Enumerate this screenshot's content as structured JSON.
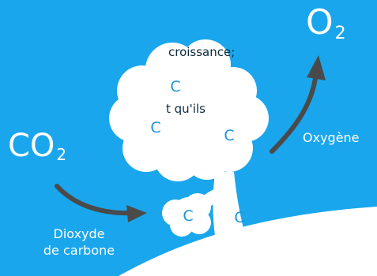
{
  "caption": {
    "line1": "croissance;",
    "line2": "t qu'ils"
  },
  "formulas": {
    "oxygen": {
      "symbol": "O",
      "subscript": "2"
    },
    "carbon_dioxide": {
      "symbol": "CO",
      "subscript": "2"
    }
  },
  "labels": {
    "oxygen": "Oxygène",
    "dioxide_line1": "Dioxyde",
    "dioxide_line2": "de carbone"
  },
  "carbon_atoms": [
    "C",
    "C",
    "C",
    "C",
    "C"
  ],
  "colors": {
    "background": "#1aa6ec",
    "tree": "#ffffff",
    "arrow": "#4a4a4a",
    "atom": "#1a94d8",
    "caption": "#0c2a3c"
  }
}
